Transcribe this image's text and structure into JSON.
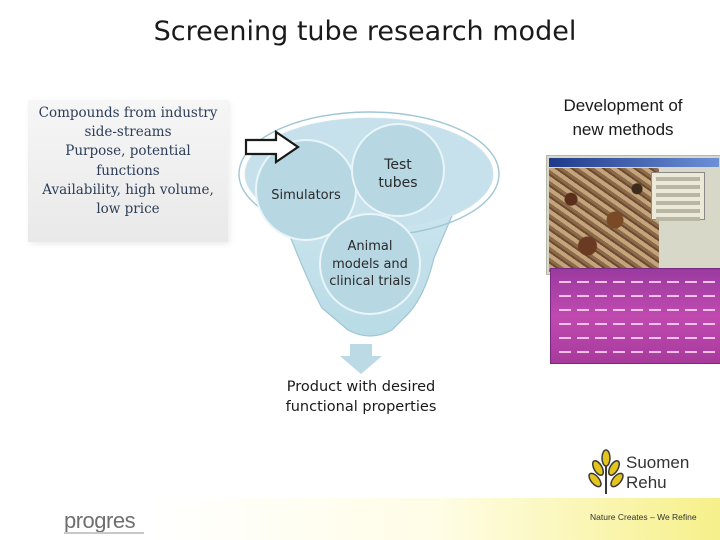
{
  "title": "Screening tube research model",
  "compounds": {
    "lines": [
      "Compounds from industry",
      "side-streams",
      "Purpose, potential",
      "functions",
      "Availability, high volume,",
      "low price"
    ]
  },
  "development": {
    "lines": [
      "Development of",
      "new methods"
    ]
  },
  "funnel": {
    "simulators": "Simulators",
    "test_tubes": [
      "Test",
      "tubes"
    ],
    "animal": [
      "Animal",
      "models and",
      "clinical trials"
    ],
    "product": [
      "Product with desired",
      "functional properties"
    ]
  },
  "logos": {
    "progres": "progres",
    "suomen_rehu": [
      "Suomen",
      "Rehu"
    ],
    "tagline": "Nature Creates – We Refine"
  },
  "colors": {
    "funnel_fill": "#c9e3ec",
    "funnel_stroke": "#a9cad6",
    "circle_fill": "#b9d9e4",
    "arrow_fill": "#bcd9e6",
    "compounds_text": "#2c3e57",
    "brand_yellow": "#e3c51c"
  }
}
